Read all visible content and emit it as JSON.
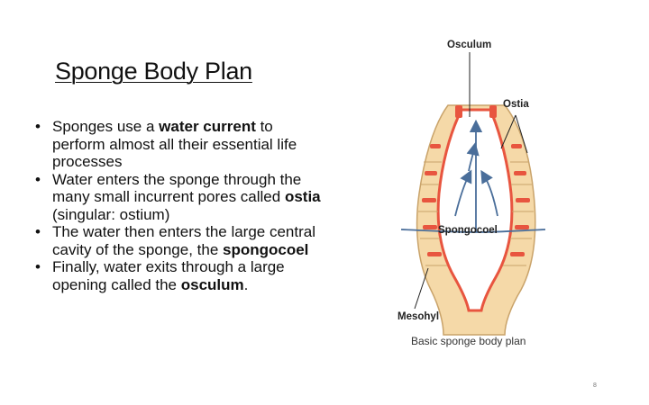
{
  "slide": {
    "title": "Sponge Body Plan",
    "page_number": "8"
  },
  "bullets": [
    {
      "t1": "Sponges use a ",
      "b1": "water current",
      "t2": " to perform almost all their essential life processes",
      "b2": "",
      "t3": ""
    },
    {
      "t1": "Water enters the sponge through the many small incurrent pores called ",
      "b1": "ostia",
      "t2": " (singular: ostium)",
      "b2": "",
      "t3": ""
    },
    {
      "t1": "The water then enters the large central cavity of the sponge, the ",
      "b1": "spongocoel",
      "t2": "",
      "b2": "",
      "t3": ""
    },
    {
      "t1": "Finally, water exits through a large opening called the ",
      "b1": "osculum",
      "t2": ".",
      "b2": "",
      "t3": ""
    }
  ],
  "figure": {
    "labels": {
      "osculum": "Osculum",
      "ostia": "Ostia",
      "spongocoel": "Spongocoel",
      "mesohyl": "Mesohyl"
    },
    "caption": "Basic sponge body plan",
    "colors": {
      "body": "#f5d9a8",
      "pores": "#e8553f",
      "arrows": "#4a6e9a"
    }
  }
}
